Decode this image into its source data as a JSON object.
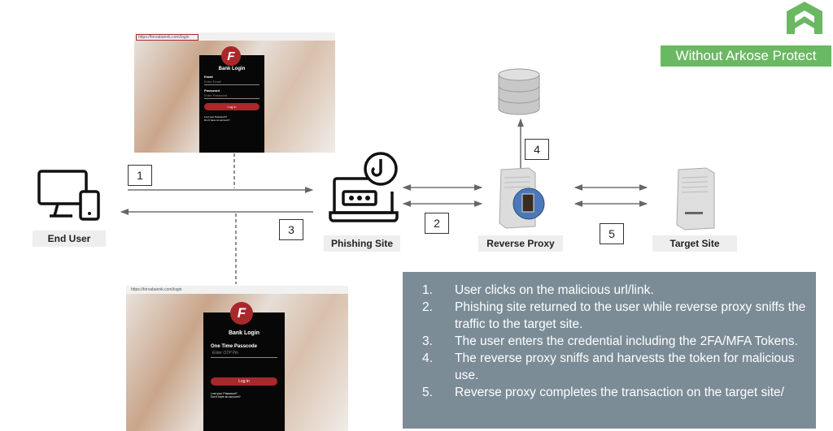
{
  "badge": {
    "label": "Without Arkose Protect",
    "color": "#6bb862"
  },
  "logo": {
    "icon": "arkose-logo-icon",
    "color": "#6bb862"
  },
  "login_top": {
    "url": "https://forvabannk.com/login",
    "logo_letter": "F",
    "title": "Bank Login",
    "email_label": "Email",
    "email_placeholder": "Enter Email",
    "password_label": "Password",
    "password_placeholder": "Enter Password",
    "button": "Log in",
    "link1": "Lost your Password?",
    "link2": "Don't have an account?"
  },
  "login_bottom": {
    "url": "https://forvabannk.com/login",
    "logo_letter": "F",
    "title": "Bank Login",
    "otp_label": "One Time Passcode",
    "otp_placeholder": "Enter OTP Pin",
    "button": "Log in",
    "link1": "Lost your Password?",
    "link2": "Don't have an account?"
  },
  "nodes": {
    "end_user": "End User",
    "phishing_site": "Phishing Site",
    "reverse_proxy": "Reverse Proxy",
    "target_site": "Target Site"
  },
  "step_numbers": [
    "1",
    "2",
    "3",
    "4",
    "5"
  ],
  "steps": [
    {
      "n": "1.",
      "text": "User clicks on the malicious url/link."
    },
    {
      "n": "2.",
      "text": "Phishing site returned to the user while reverse proxy sniffs the traffic to the target site."
    },
    {
      "n": "3.",
      "text": "The user enters the credential including the 2FA/MFA Tokens."
    },
    {
      "n": "4.",
      "text": "The reverse proxy sniffs and harvests the token for malicious use."
    },
    {
      "n": "5.",
      "text": "Reverse proxy completes the transaction on the target site/"
    }
  ],
  "colors": {
    "panel": "#7b8c97",
    "brand_red": "#a9282b"
  }
}
